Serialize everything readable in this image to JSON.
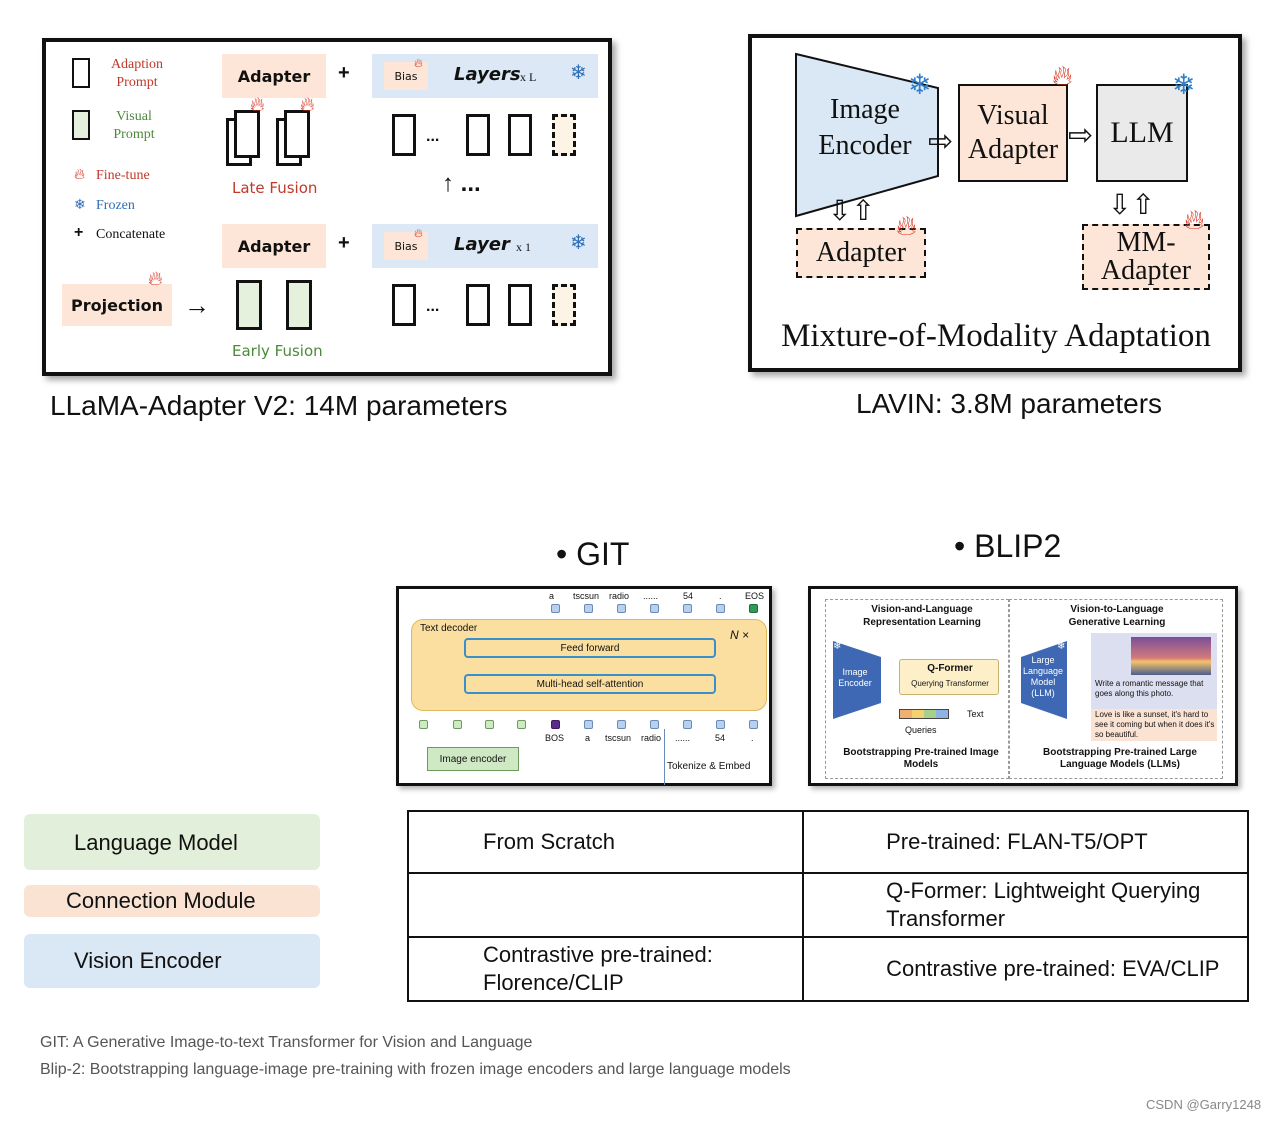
{
  "top_left": {
    "legend": {
      "adaption_prompt": "Adaption Prompt",
      "visual_prompt": "Visual Prompt",
      "fine_tune": "Fine-tune",
      "frozen": "Frozen",
      "concatenate": "Concatenate",
      "concatenate_symbol": "+"
    },
    "adapter_label": "Adapter",
    "bias_label": "Bias",
    "layers_label": "Layers",
    "layers_mult": "x L",
    "layer_label": "Layer",
    "layer_mult": "x 1",
    "plus": "+",
    "late_fusion": "Late Fusion",
    "early_fusion": "Early Fusion",
    "projection": "Projection",
    "ellipsis": "...",
    "up_ellipsis": "↑ ...",
    "caption": "LLaMA-Adapter V2:  14M parameters"
  },
  "top_right": {
    "image_encoder": "Image Encoder",
    "visual_adapter": "Visual Adapter",
    "llm": "LLM",
    "adapter": "Adapter",
    "mm_adapter": "MM-Adapter",
    "title": "Mixture-of-Modality Adaptation",
    "caption": "LAVIN:  3.8M parameters"
  },
  "git": {
    "heading": "• GIT",
    "out_tokens": [
      "a",
      "tscsun",
      "radio",
      "......",
      "54",
      ".",
      "EOS"
    ],
    "text_decoder": "Text decoder",
    "nx": "N ×",
    "feed_forward": "Feed forward",
    "mhsa": "Multi-head self-attention",
    "in_tokens": [
      "BOS",
      "a",
      "tscsun",
      "radio",
      "......",
      "54",
      "."
    ],
    "image_encoder": "Image encoder",
    "tokenize": "Tokenize & Embed"
  },
  "blip": {
    "heading": "• BLIP2",
    "left_title": "Vision-and-Language Representation Learning",
    "right_title": "Vision-to-Language Generative Learning",
    "image_encoder": "Image Encoder",
    "qformer": "Q-Former",
    "qformer_sub": "Querying Transformer",
    "queries": "Queries",
    "text": "Text",
    "llm": "Large Language Model (LLM)",
    "prompt": "Write a romantic message that goes along this photo.",
    "answer": "Love is like a sunset, it's hard to see it coming but when it does it's so beautiful.",
    "left_footer": "Bootstrapping Pre-trained Image Models",
    "right_footer": "Bootstrapping Pre-trained Large Language Models (LLMs)"
  },
  "legend": {
    "language_model": "Language Model",
    "connection_module": "Connection Module",
    "vision_encoder": "Vision Encoder",
    "colors": {
      "language_model": "#e2efda",
      "connection_module": "#fbe3d4",
      "vision_encoder": "#dae7f4"
    }
  },
  "table": {
    "rows": [
      [
        "From Scratch",
        "Pre-trained: FLAN-T5/OPT"
      ],
      [
        "",
        "Q-Former: Lightweight Querying Transformer"
      ],
      [
        "Contrastive pre-trained: Florence/CLIP",
        "Contrastive pre-trained: EVA/CLIP"
      ]
    ]
  },
  "refs": [
    "GIT: A Generative Image-to-text Transformer for Vision and Language",
    "Blip-2: Bootstrapping language-image pre-training with frozen image encoders and large language models"
  ],
  "watermark": "CSDN @Garry1248"
}
